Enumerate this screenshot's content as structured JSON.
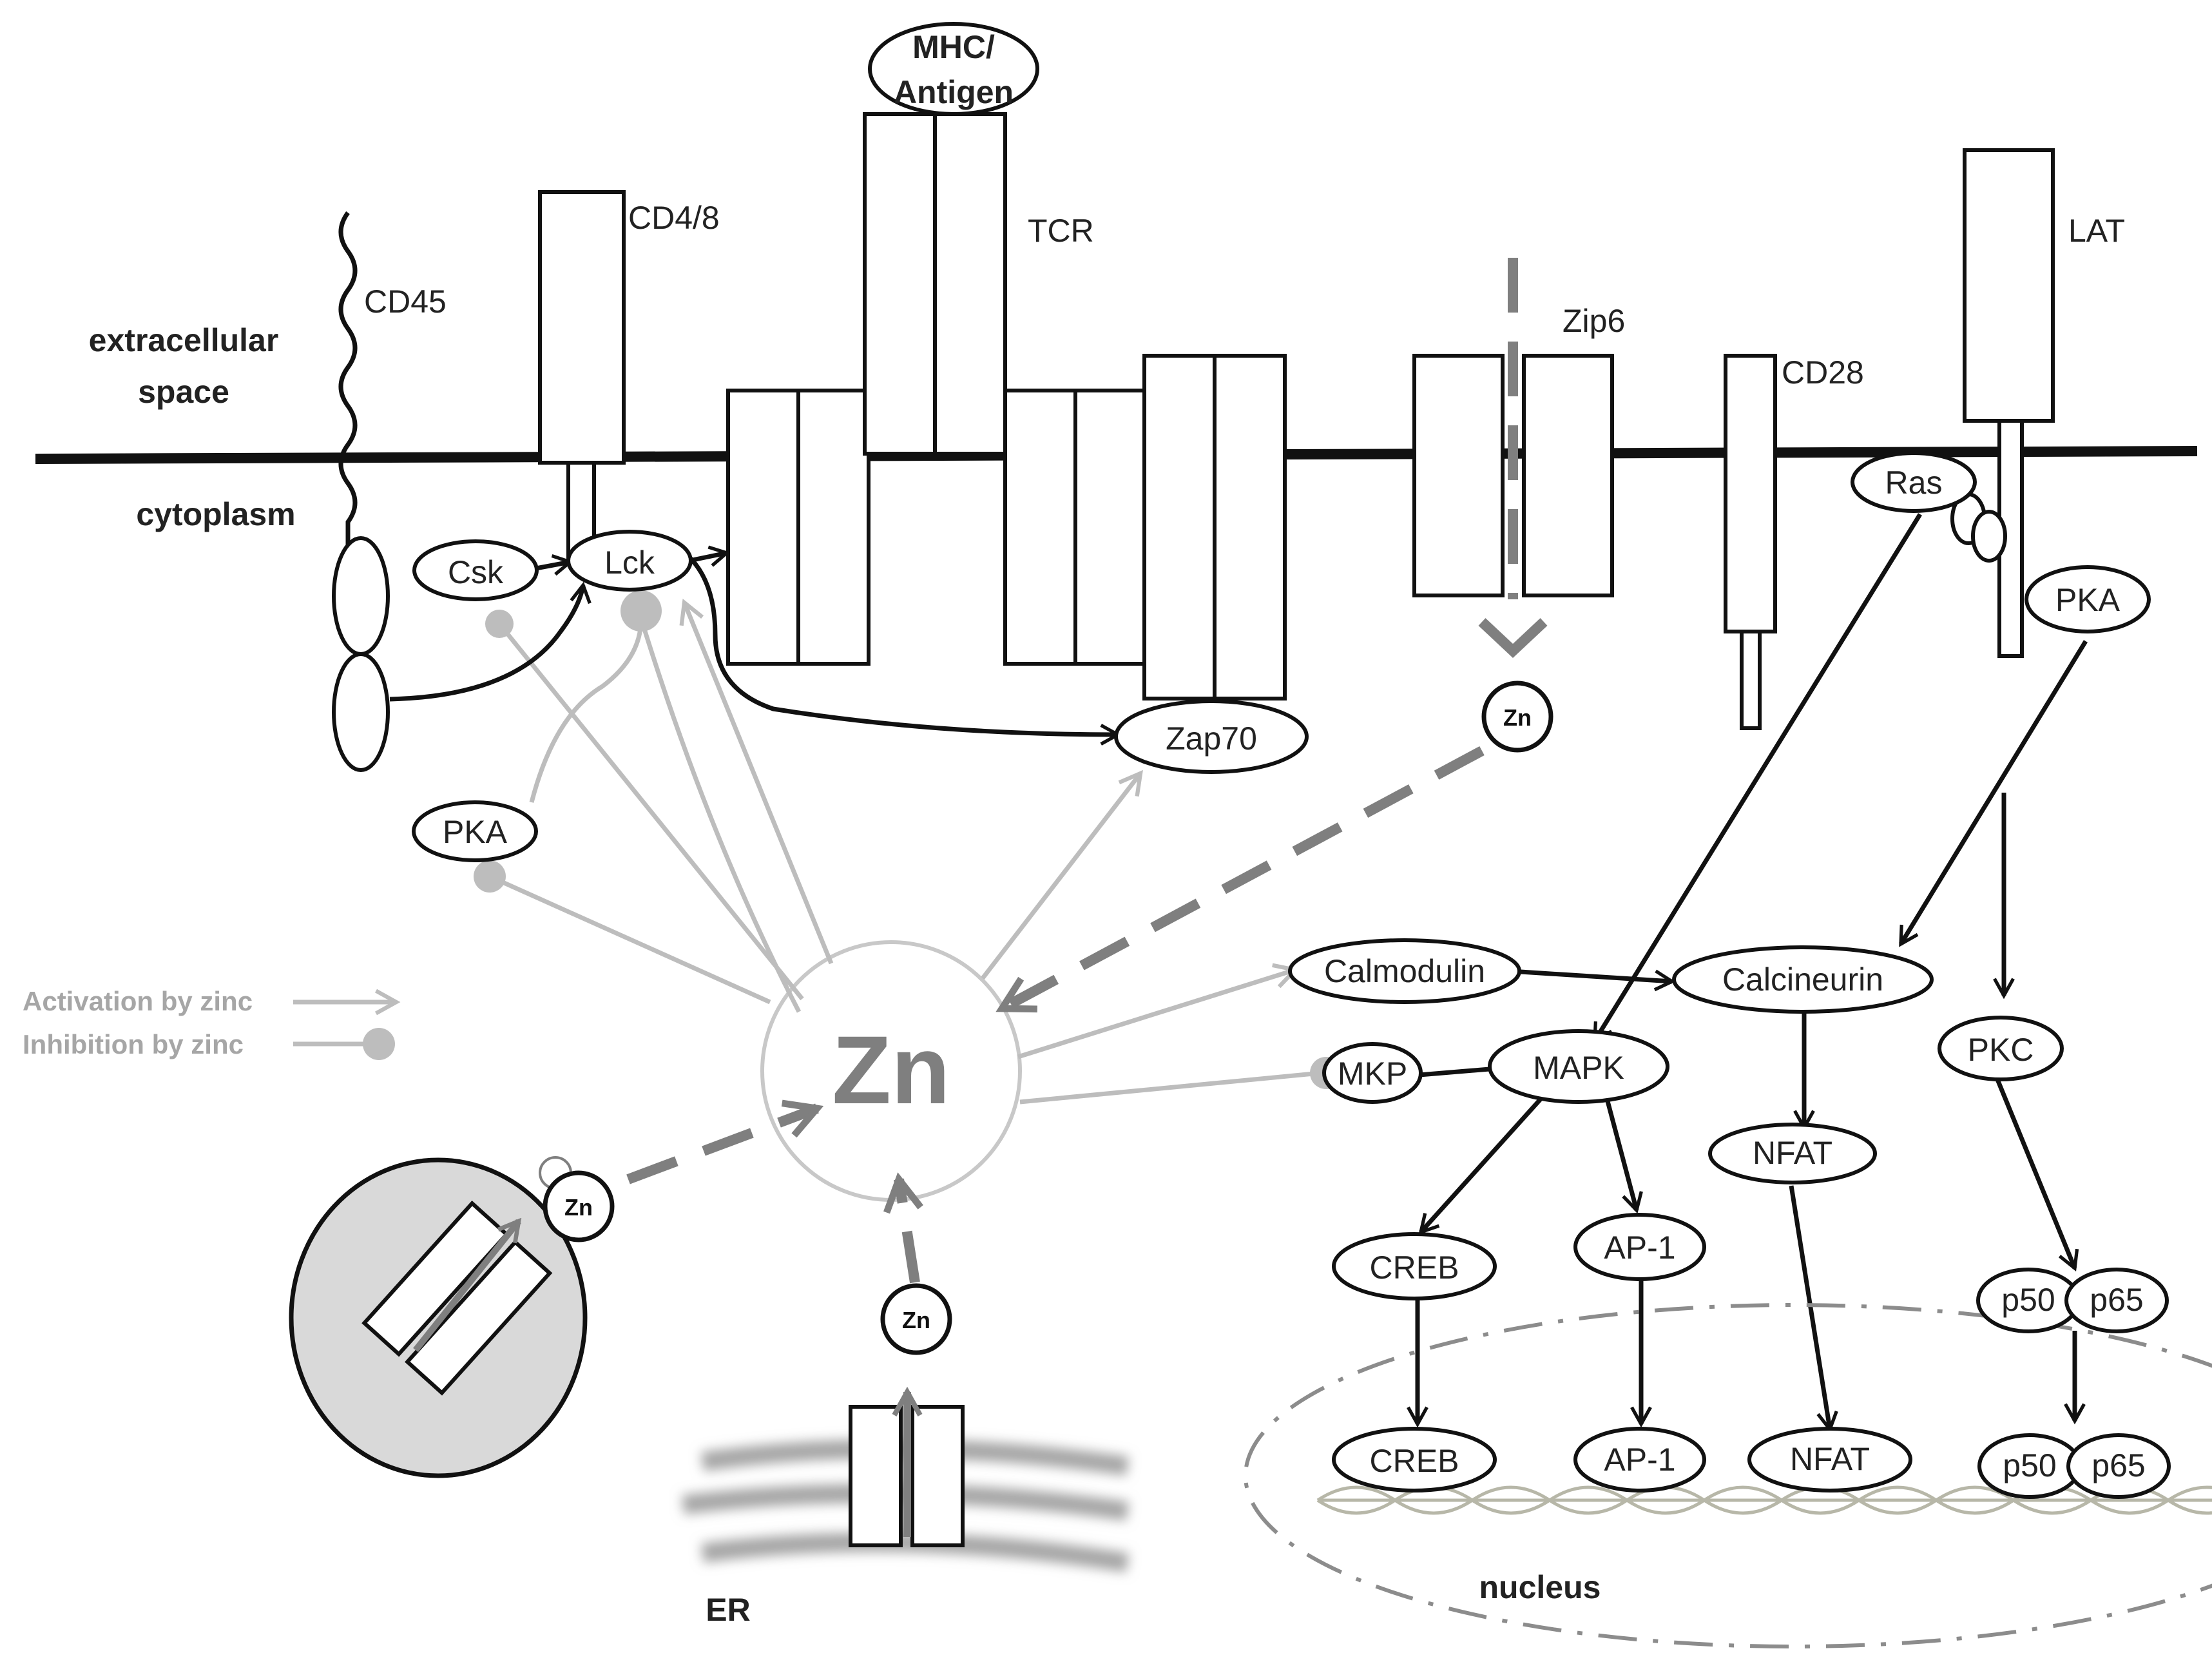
{
  "labels": {
    "extracellular": [
      "extracellular",
      "space"
    ],
    "cytoplasm": "cytoplasm",
    "mhc": [
      "MHC/",
      "Antigen"
    ],
    "tcr": "TCR",
    "cd45": "CD45",
    "cd48": "CD4/8",
    "zip6": "Zip6",
    "cd28": "CD28",
    "lat": "LAT",
    "csk": "Csk",
    "lck": "Lck",
    "zap70": "Zap70",
    "pka_left": "PKA",
    "pka_right": "PKA",
    "ras": "Ras",
    "zn_center": "Zn",
    "zn_small_zip6": "Zn",
    "zn_small_vesicle": "Zn",
    "zn_small_er": "Zn",
    "calmodulin": "Calmodulin",
    "calcineurin": "Calcineurin",
    "mkp": "MKP",
    "mapk": "MAPK",
    "pkc": "PKC",
    "nfat_cyto": "NFAT",
    "creb_cyto": "CREB",
    "ap1_cyto": "AP-1",
    "p50_cyto": "p50",
    "p65_cyto": "p65",
    "creb_nuc": "CREB",
    "ap1_nuc": "AP-1",
    "nfat_nuc": "NFAT",
    "p50_nuc": "p50",
    "p65_nuc": "p65",
    "nucleus": "nucleus",
    "er": "ER"
  },
  "legend": {
    "activation": "Activation by zinc",
    "inhibition": "Inhibition by zinc"
  },
  "colors": {
    "black": "#111111",
    "zinc_effect_gray": "#bdbdbd",
    "zinc_flux_gray": "#7f7f7f",
    "vesicle_fill": "#d9d9d9"
  }
}
